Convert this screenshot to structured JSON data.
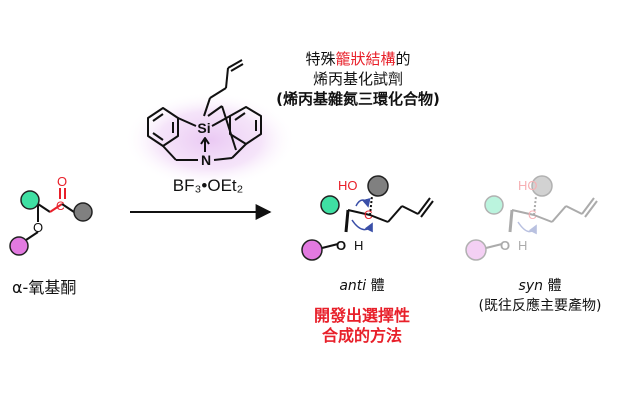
{
  "reagent": {
    "desc_line1_pre": "特殊",
    "desc_line1_highlight": "籠狀結構",
    "desc_line1_post": "的",
    "desc_line2": "烯丙基化試劑",
    "desc_line3": "(烯丙基雜氮三環化合物)",
    "lewis_acid": "BF₃•OEt₂",
    "atom_si": "Si",
    "atom_n": "N"
  },
  "substrate": {
    "label": "α-氧基酮",
    "atom_o_carbonyl": "O",
    "atom_c": "C",
    "atom_o_ether": "O"
  },
  "products": {
    "anti": {
      "label_italic": "anti",
      "label_rest": " 體",
      "ho": "HO",
      "c": "C",
      "o": "O",
      "h": "H",
      "desc_line1": "開發出選擇性",
      "desc_line2": "合成的方法"
    },
    "syn": {
      "label_italic": "syn",
      "label_rest": " 體",
      "ho": "HO",
      "c": "C",
      "o": "O",
      "h": "H",
      "desc": "(既往反應主要產物)"
    }
  },
  "colors": {
    "red": "#e8202a",
    "green": "#3fe0a3",
    "magenta": "#e27ae0",
    "gray": "#808080",
    "blue": "#3a4fa8",
    "glow": "#e4b8f0"
  }
}
